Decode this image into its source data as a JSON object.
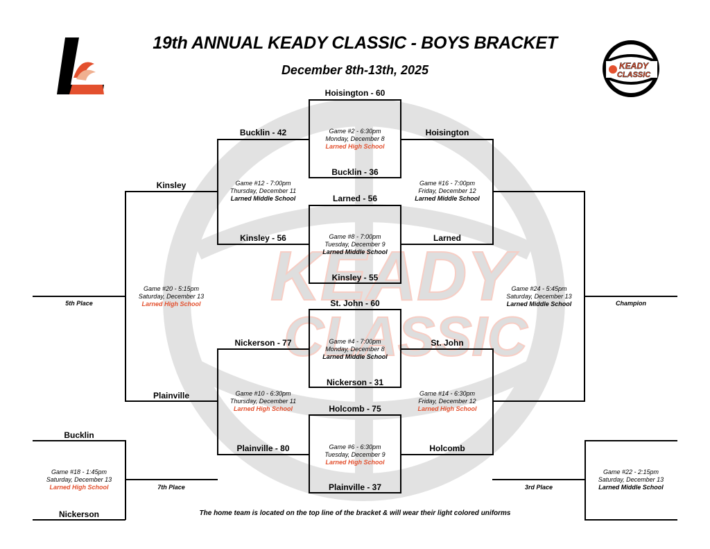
{
  "header": {
    "title": "19th ANNUAL KEADY CLASSIC - BOYS BRACKET",
    "dates": "December 8th-13th, 2025"
  },
  "logos": {
    "left_logo": "L",
    "right_logo_text": "KEADY CLASSIC"
  },
  "watermark_text": [
    "KEADY",
    "CLASSIC"
  ],
  "colors": {
    "accent": "#e3502e",
    "line": "#000000",
    "watermark": "#9a9a9a"
  },
  "games": {
    "g2": {
      "teams": [
        "Hoisington - 60",
        "Bucklin - 36"
      ],
      "title": "Game #2 - 6:30pm",
      "date": "Monday, December 8",
      "venue": "Larned High School"
    },
    "g8": {
      "teams": [
        "Larned - 56",
        "Kinsley - 55"
      ],
      "title": "Game #8 - 7:00pm",
      "date": "Tuesday, December 9",
      "venue": "Larned Middle School"
    },
    "g4": {
      "teams": [
        "St. John - 60",
        "Nickerson - 31"
      ],
      "title": "Game #4 - 7:00pm",
      "date": "Monday, December 8",
      "venue": "Larned Middle School"
    },
    "g6": {
      "teams": [
        "Holcomb - 75",
        "Plainville - 37"
      ],
      "title": "Game #6 - 6:30pm",
      "date": "Tuesday, December 9",
      "venue": "Larned High School"
    },
    "g12": {
      "teams": [
        "Bucklin - 42",
        "Kinsley - 56"
      ],
      "title": "Game #12 - 7:00pm",
      "date": "Thursday, December 11",
      "venue": "Larned Middle School"
    },
    "g10": {
      "teams": [
        "Nickerson - 77",
        "Plainville - 80"
      ],
      "title": "Game #10 - 6:30pm",
      "date": "Thursday, December 11",
      "venue": "Larned High School"
    },
    "g16": {
      "teams": [
        "Hoisington",
        "Larned"
      ],
      "title": "Game #16 - 7:00pm",
      "date": "Friday, December 12",
      "venue": "Larned Middle School"
    },
    "g14": {
      "teams": [
        "St. John",
        "Holcomb"
      ],
      "title": "Game #14 - 6:30pm",
      "date": "Friday, December 12",
      "venue": "Larned High School"
    },
    "g20": {
      "teams": [
        "Kinsley",
        "Plainville"
      ],
      "title": "Game #20 - 5:15pm",
      "date": "Saturday, December 13",
      "venue": "Larned High School",
      "result": "5th Place"
    },
    "g24": {
      "title": "Game #24 - 5:45pm",
      "date": "Saturday, December 13",
      "venue": "Larned Middle School",
      "result": "Champion"
    },
    "g18": {
      "teams": [
        "Bucklin",
        "Nickerson"
      ],
      "title": "Game #18 - 1:45pm",
      "date": "Saturday, December 13",
      "venue": "Larned High School",
      "result": "7th Place"
    },
    "g22": {
      "title": "Game #22 - 2:15pm",
      "date": "Saturday, December 13",
      "venue": "Larned Middle School",
      "result": "3rd Place"
    }
  },
  "footer": "The home team is located on the top line of the bracket & will wear their light colored uniforms"
}
